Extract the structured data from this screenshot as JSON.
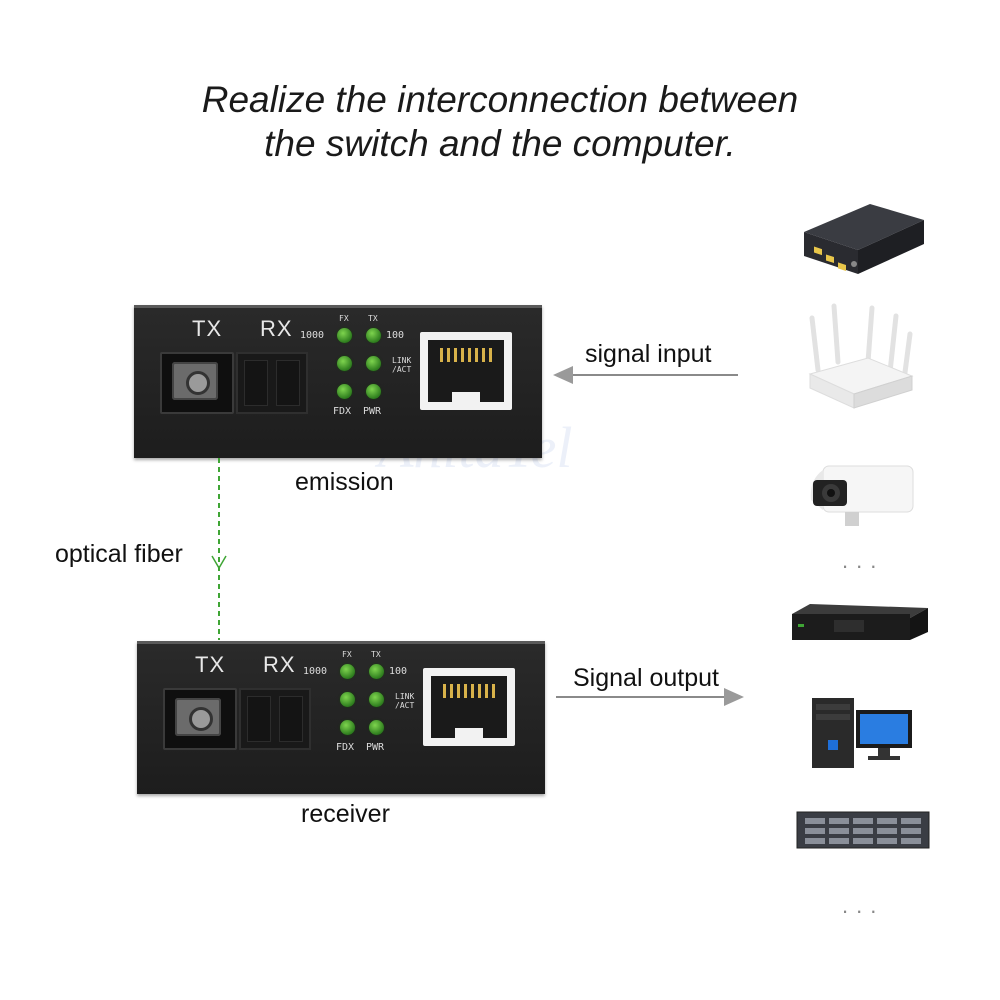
{
  "title": {
    "line1": "Realize the interconnection between",
    "line2": "the switch and the computer."
  },
  "watermark": "AnitaTel",
  "converter": {
    "tx": "TX",
    "rx": "RX",
    "fx": "FX",
    "tx_led": "TX",
    "speed_1000": "1000",
    "speed_100": "100",
    "link_line1": "LINK",
    "link_line2": "/ACT",
    "fdx": "FDX",
    "pwr": "PWR"
  },
  "labels": {
    "signal_input": "signal input",
    "emission": "emission",
    "optical_fiber": "optical fiber",
    "signal_output": "Signal output",
    "receiver": "receiver"
  },
  "more_dots": "...",
  "colors": {
    "fiber": "#3fa535",
    "arrow": "#8a8a8a",
    "led": "#4caf32",
    "housing": "#222222"
  }
}
